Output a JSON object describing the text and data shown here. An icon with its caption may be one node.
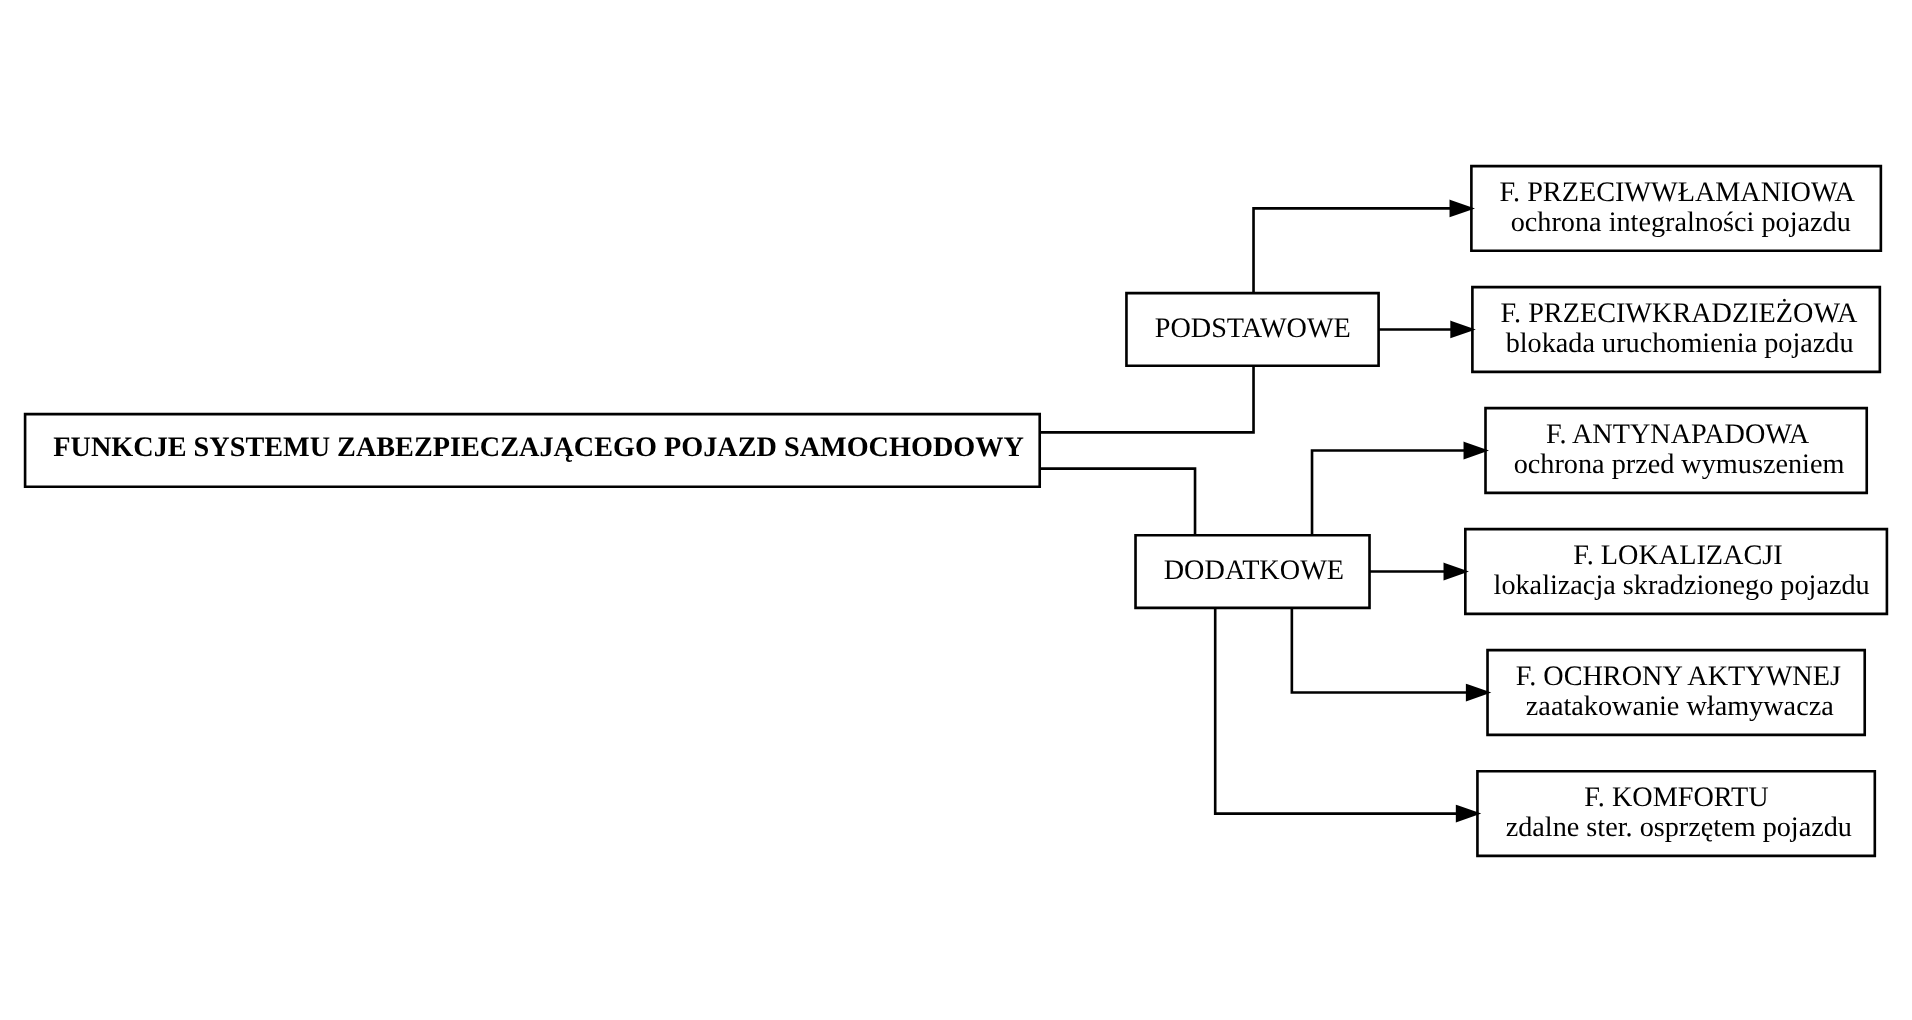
{
  "diagram": {
    "nodes": [
      {
        "text": [
          "FUNKCJE SYSTEMU ZABEZPIECZAJĄCEGO POJAZD SAMOCHODOWY"
        ]
      },
      {
        "text": [
          "PODSTAWOWE"
        ]
      },
      {
        "text": [
          "DODATKOWE"
        ]
      },
      {
        "text": [
          "F. PRZECIWWŁAMANIOWA",
          "ochrona integralności pojazdu"
        ]
      },
      {
        "text": [
          "F. PRZECIWKRADZIEŻOWA",
          "blokada uruchomienia pojazdu"
        ]
      },
      {
        "text": [
          "F. ANTYNAPADOWA",
          "ochrona przed wymuszeniem"
        ]
      },
      {
        "text": [
          "F. LOKALIZACJI",
          "lokalizacja skradzionego pojazdu"
        ]
      },
      {
        "text": [
          "F. OCHRONY AKTYWNEJ",
          "zaatakowanie włamywacza"
        ]
      },
      {
        "text": [
          "F. KOMFORTU",
          "zdalne ster. osprzętem pojazdu"
        ]
      }
    ],
    "edges": [
      {
        "from": 0,
        "to": 1,
        "arrow": "none"
      },
      {
        "from": 0,
        "to": 2,
        "arrow": "none"
      },
      {
        "from": 1,
        "to": 3,
        "arrow": "to"
      },
      {
        "from": 1,
        "to": 4,
        "arrow": "to"
      },
      {
        "from": 2,
        "to": 5,
        "arrow": "to"
      },
      {
        "from": 2,
        "to": 6,
        "arrow": "to"
      },
      {
        "from": 2,
        "to": 7,
        "arrow": "to"
      },
      {
        "from": 2,
        "to": 8,
        "arrow": "to"
      }
    ]
  }
}
